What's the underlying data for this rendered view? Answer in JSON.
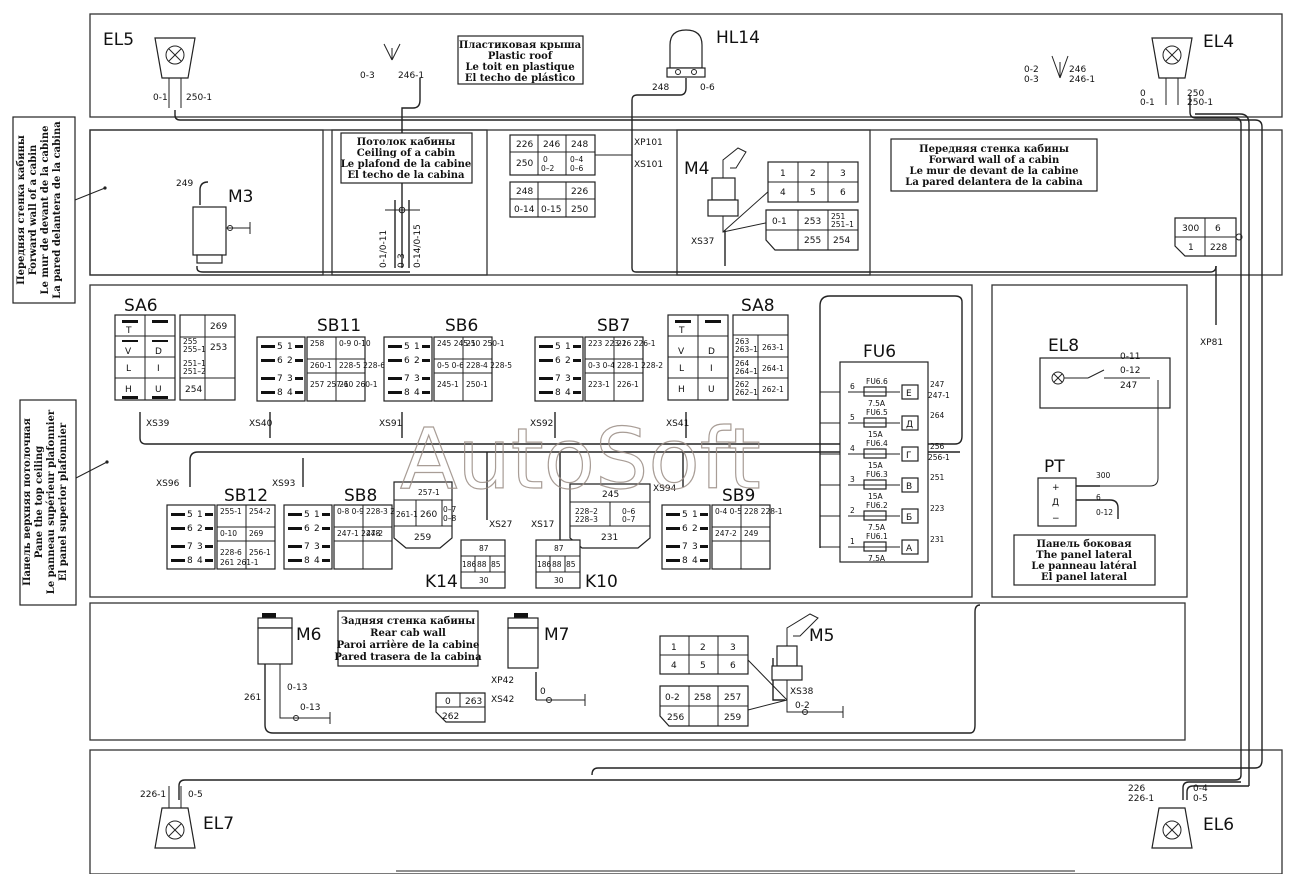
{
  "watermark": "AutoSoft",
  "lamps": {
    "el5": "EL5",
    "el4": "EL4",
    "el7": "EL7",
    "el6": "EL6",
    "el8": "EL8",
    "hl14": "HL14"
  },
  "motors": {
    "m3": "M3",
    "m4": "M4",
    "m5": "M5",
    "m6": "M6",
    "m7": "M7"
  },
  "switches": {
    "sa6": "SA6",
    "sa8": "SA8",
    "sb11": "SB11",
    "sb6": "SB6",
    "sb7": "SB7",
    "sb12": "SB12",
    "sb8": "SB8",
    "sb9": "SB9"
  },
  "relays": {
    "k14": "K14",
    "k10": "K10",
    "fu6": "FU6",
    "pt": "PT"
  },
  "connectors": {
    "xp101": "XP101",
    "xs101": "XS101",
    "xs37": "XS37",
    "xp81": "XP81",
    "xs39": "XS39",
    "xs40": "XS40",
    "xs91": "XS91",
    "xs92": "XS92",
    "xs41": "XS41",
    "xs96": "XS96",
    "xs93": "XS93",
    "xs27": "XS27",
    "xs17": "XS17",
    "xs94": "XS94",
    "xp42": "XP42",
    "xs42": "XS42",
    "xs38": "XS38"
  },
  "labels": {
    "plastic_roof": [
      "Пластиковая крыша",
      "Plastic roof",
      "Le toit en plastique",
      "El techo de plástico"
    ],
    "ceiling": [
      "Потолок кабины",
      "Ceiling of a cabin",
      "Le plafond de la cabine",
      "El techo de la cabina"
    ],
    "forward_wall": [
      "Передняя стенка кабины",
      "Forward wall of a cabin",
      "Le mur de devant de la cabine",
      "La pared delantera de la cabina"
    ],
    "forward_wall_side": [
      "Передняя стенка кабины",
      "Forward wall of a cabin",
      "Le mur de devant de la cabine",
      "La pared delantera de la cabina"
    ],
    "top_panel_side": [
      "Панель верхняя потолочная",
      "Pane the top ceiling",
      "Le panneau supérieur plafonnier",
      "El panel superior plafonnier"
    ],
    "rear_wall": [
      "Задняя стенка кабины",
      "Rear cab wall",
      "Paroi arrière de la cabine",
      "Pared trasera de la cabina"
    ],
    "side_panel": [
      "Панель боковая",
      "The panel lateral",
      "Le panneau latéral",
      "El panel lateral"
    ]
  },
  "wires": {
    "el5_a": "0-1",
    "el5_b": "250-1",
    "roof_l_a": "0-3",
    "roof_l_b": "246-1",
    "hl14_a": "248",
    "hl14_b": "0-6",
    "el4_a": "0-2",
    "el4_b": "0-3",
    "el4_c": "246",
    "el4_d": "246-1",
    "el4_e": "0",
    "el4_f": "0-1",
    "el4_g": "250",
    "el4_h": "250-1",
    "m3_w": "249",
    "ceil_a": "0-1/0-11",
    "ceil_b": "0-3",
    "ceil_c": "0-14/0-15",
    "el8_a": "0-11",
    "el8_b": "0-12",
    "el8_c": "247",
    "pt_a": "300",
    "pt_b": "6",
    "pt_c": "0-12",
    "pt_plus": "+",
    "pt_d": "Д",
    "pt_minus": "−",
    "m6_a": "261",
    "m6_b": "0-13",
    "m6_c": "0-13",
    "m7_a": "0",
    "m5_a": "0-2",
    "el7_a": "226-1",
    "el7_b": "0-5",
    "el6_a": "226",
    "el6_b": "226-1",
    "el6_c": "0-4",
    "el6_d": "0-5"
  },
  "xp101_grid": {
    "top": [
      "226",
      "246",
      "248"
    ],
    "mid": [
      "250",
      "0\n0-2",
      "0-4\n0-6"
    ],
    "bot1": [
      "248",
      "",
      "226"
    ],
    "bot2": [
      "0-14",
      "0-15",
      "250"
    ]
  },
  "xs37_grid": {
    "top": [
      "1",
      "2",
      "3"
    ],
    "mid": [
      "4",
      "5",
      "6"
    ],
    "b1": [
      "0-1",
      "253",
      "251\n251-1"
    ],
    "b2": [
      "",
      "255",
      "254"
    ]
  },
  "xp81_grid": [
    "300",
    "6",
    "1",
    "228"
  ],
  "xs38_grid": {
    "top": [
      "1",
      "2",
      "3"
    ],
    "mid": [
      "4",
      "5",
      "6"
    ],
    "b1": [
      "0-2",
      "258",
      "257"
    ],
    "b2": [
      "256",
      "",
      "259"
    ]
  },
  "xs42_grid": [
    "0",
    "263",
    "262"
  ],
  "k14_pins": [
    "87",
    "186",
    "88",
    "85",
    "30"
  ],
  "k10_pins": [
    "87",
    "186",
    "88",
    "85",
    "30"
  ],
  "fuses": [
    {
      "name": "FU6.6",
      "amp": "7.5A",
      "out": "Е",
      "w1": "247",
      "w2": "247-1",
      "pin": "6"
    },
    {
      "name": "FU6.5",
      "amp": "15A",
      "out": "Д",
      "w1": "264",
      "w2": "",
      "pin": "5"
    },
    {
      "name": "FU6.4",
      "amp": "15A",
      "out": "Г",
      "w1": "256",
      "w2": "256-1",
      "pin": "4"
    },
    {
      "name": "FU6.3",
      "amp": "15A",
      "out": "В",
      "w1": "251",
      "w2": "",
      "pin": "3"
    },
    {
      "name": "FU6.2",
      "amp": "7.5A",
      "out": "Б",
      "w1": "223",
      "w2": "",
      "pin": "2"
    },
    {
      "name": "FU6.1",
      "amp": "7.5A",
      "out": "А",
      "w1": "231",
      "w2": "",
      "pin": "1"
    }
  ],
  "sa6_keys": [
    "T",
    "V",
    "D",
    "L",
    "I",
    "H",
    "U"
  ],
  "sa6_table": [
    "269",
    "255\n255-1",
    "253",
    "251-1\n251-2",
    "254"
  ],
  "sa8_table": [
    "263\n263-1",
    "263-1",
    "264\n264-1",
    "264-1",
    "262\n262-1",
    "262-1"
  ],
  "sw_pins": [
    "5",
    "1",
    "6",
    "2",
    "7",
    "3",
    "8",
    "4"
  ],
  "sb11_table": [
    "258",
    "0-9\n0-10",
    "260-1",
    "228-5\n228-6",
    "257\n257-1",
    "260\n260-1"
  ],
  "sb6_table": [
    "245\n245-1",
    "250\n250-1",
    "0-5\n0-6",
    "228-4\n228-5",
    "245-1",
    "250-1"
  ],
  "sb7_table": [
    "223\n223-1",
    "226\n226-1",
    "0-3\n0-4",
    "228-1\n228-2",
    "223-1",
    "226-1"
  ],
  "sb12_table": [
    "255-1",
    "254-2",
    "0-10",
    "269",
    "228-6",
    "256-1",
    "261\n261-1"
  ],
  "sb8_table": [
    "0-8\n0-9",
    "228-3\n228-4",
    "247-1\n247-2",
    "248"
  ],
  "sb9_table": [
    "0-4\n0-5",
    "228\n228-1",
    "247-2",
    "249"
  ],
  "relay_blocks": {
    "k14_top": [
      "257-1",
      "261-1",
      "260",
      "0-7\n0-8",
      "259"
    ],
    "k10_top": [
      "245",
      "228-2\n228-3",
      "0-6\n0-7",
      "231"
    ]
  }
}
